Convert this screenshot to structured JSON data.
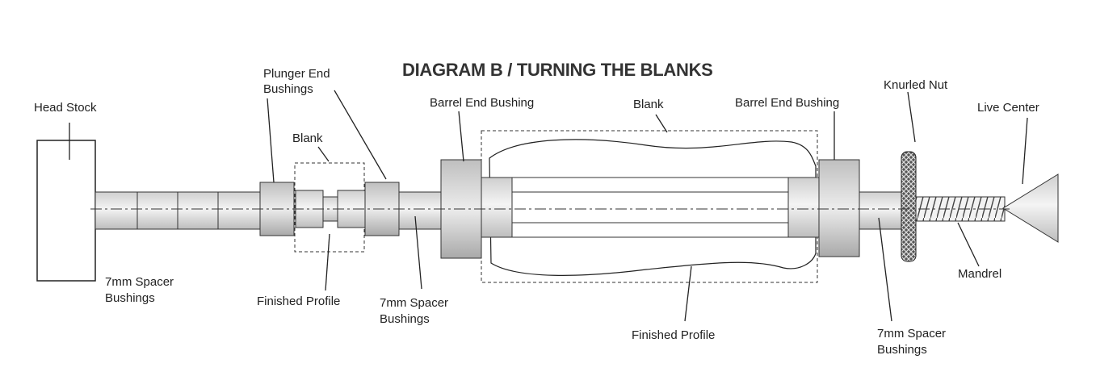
{
  "title": "DIAGRAM B / TURNING THE BLANKS",
  "labels": {
    "head_stock": "Head Stock",
    "plunger_end_bushings_1": "Plunger End",
    "plunger_end_bushings_2": "Bushings",
    "blank_small": "Blank",
    "barrel_end_bushing_left": "Barrel End Bushing",
    "blank_large": "Blank",
    "barrel_end_bushing_right": "Barrel End Bushing",
    "knurled_nut": "Knurled Nut",
    "live_center": "Live Center",
    "spacer_left_1": "7mm Spacer",
    "spacer_left_2": "Bushings",
    "finished_profile_small": "Finished Profile",
    "spacer_mid_1": "7mm Spacer",
    "spacer_mid_2": "Bushings",
    "finished_profile_large": "Finished Profile",
    "mandrel": "Mandrel",
    "spacer_right_1": "7mm Spacer",
    "spacer_right_2": "Bushings"
  }
}
